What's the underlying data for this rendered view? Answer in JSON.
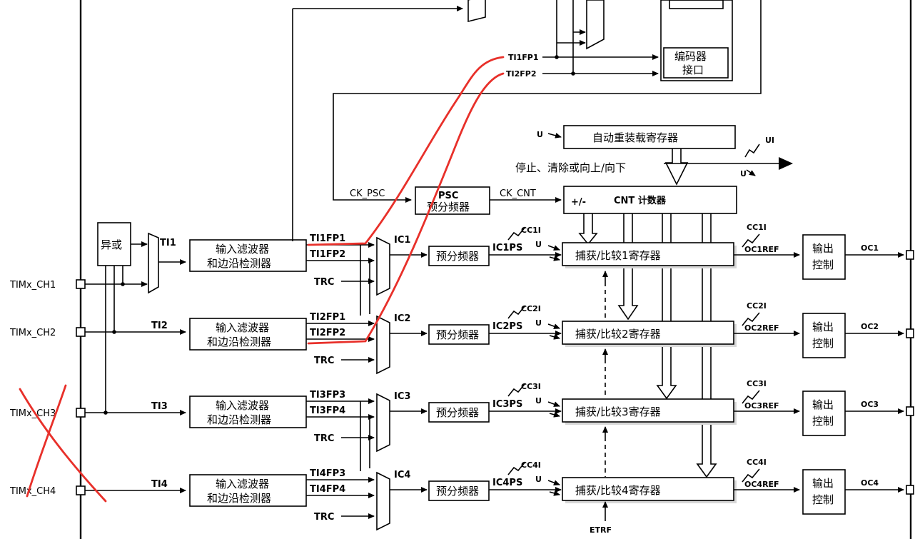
{
  "inputs": {
    "ch1": "TIMx_CH1",
    "ch2": "TIMx_CH2",
    "ch3": "TIMx_CH3",
    "ch4": "TIMx_CH4"
  },
  "xor_label": "异或",
  "ti": [
    "TI1",
    "TI2",
    "TI3",
    "TI4"
  ],
  "filter": {
    "line1": "输入滤波器",
    "line2": "和边沿检测器"
  },
  "fp": {
    "ti1fp1": "TI1FP1",
    "ti1fp2": "TI1FP2",
    "ti2fp1": "TI2FP1",
    "ti2fp2": "TI2FP2",
    "ti3fp3": "TI3FP3",
    "ti3fp4": "TI3FP4",
    "ti4fp3": "TI4FP3",
    "ti4fp4": "TI4FP4"
  },
  "trc": "TRC",
  "ic": [
    "IC1",
    "IC2",
    "IC3",
    "IC4"
  ],
  "prescaler": "预分频器",
  "icps": [
    "IC1PS",
    "IC2PS",
    "IC3PS",
    "IC4PS"
  ],
  "cci": [
    "CC1I",
    "CC2I",
    "CC3I",
    "CC4I"
  ],
  "u": "U",
  "capture": [
    "捕获/比较1寄存器",
    "捕获/比较2寄存器",
    "捕获/比较3寄存器",
    "捕获/比较4寄存器"
  ],
  "ocref": [
    "OC1REF",
    "OC2REF",
    "OC3REF",
    "OC4REF"
  ],
  "output_ctrl": {
    "line1": "输出",
    "line2": "控制"
  },
  "oc": [
    "OC1",
    "OC2",
    "OC3",
    "OC4"
  ],
  "top": {
    "encoder_line1": "编码器",
    "encoder_line2": "接口",
    "ti1fp1": "TI1FP1",
    "ti2fp2": "TI2FP2",
    "ck_psc": "CK_PSC",
    "psc_title": "PSC",
    "psc_sub": "预分频器",
    "ck_cnt": "CK_CNT",
    "autoreload": "自动重装载寄存器",
    "stop_clear": "停止、清除或向上/向下",
    "cnt_pm": "+/-",
    "cnt_title": "CNT 计数器",
    "ui": "UI",
    "etrf": "ETRF"
  },
  "annotation": {
    "color": "#e8302a"
  }
}
